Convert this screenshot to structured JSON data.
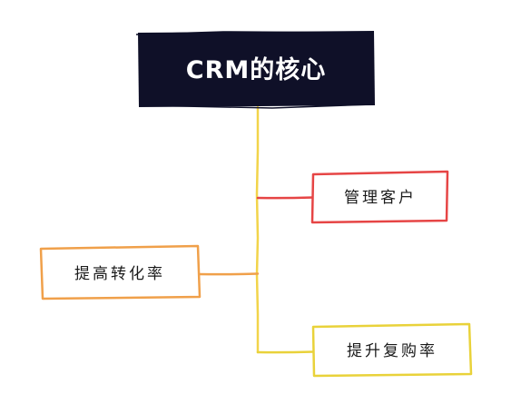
{
  "root": {
    "label": "CRM的核心",
    "fill_color": "#0f1028",
    "text_color": "#ffffff"
  },
  "branches": [
    {
      "label": "管理客户",
      "color": "#e64545"
    },
    {
      "label": "提高转化率",
      "color": "#f0a04a"
    },
    {
      "label": "提升复购率",
      "color": "#e9d23a"
    }
  ],
  "trunk_color": "#f2d44a"
}
